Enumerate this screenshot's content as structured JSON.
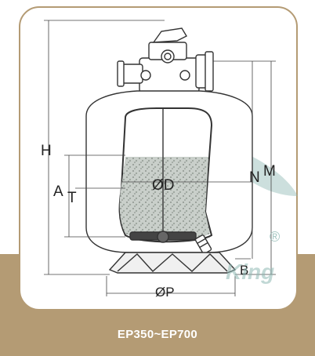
{
  "diagram": {
    "model_range": "EP350~EP700",
    "watermark_text": "King",
    "registered_mark": "®",
    "dimension_labels": {
      "H": "H",
      "A": "A",
      "T": "T",
      "N": "N",
      "M": "M",
      "D": "ØD",
      "P": "ØP",
      "B": "B"
    },
    "colors": {
      "frame": "#b49b74",
      "watermark": "#8fb9b4",
      "line": "#333333",
      "media": "#b9c2bb"
    }
  }
}
